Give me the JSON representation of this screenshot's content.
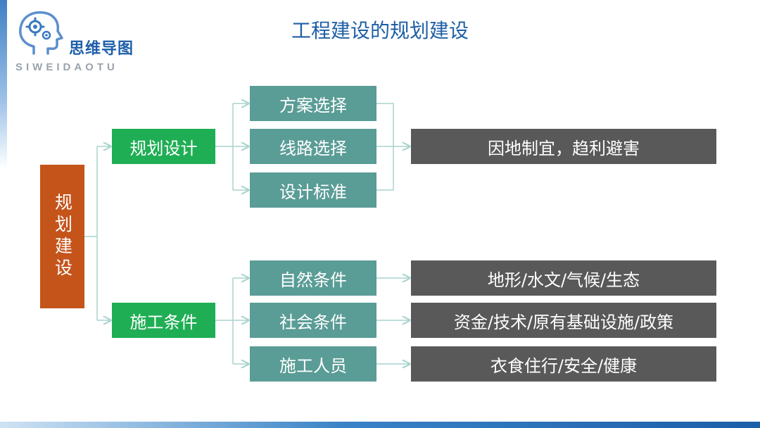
{
  "title": "工程建设的规划建设",
  "logo": {
    "text": "思维导图",
    "subtext": "SIWEIDAOTU",
    "icon": "head-gears-icon"
  },
  "colors": {
    "root": "#c5541b",
    "level1": "#1fae54",
    "level2": "#5a9c96",
    "level3": "#595959",
    "connector": "#a8d3ce"
  },
  "diagram": {
    "root": "规划建设",
    "branches": [
      {
        "label": "规划设计",
        "children": [
          "方案选择",
          "线路选择",
          "设计标准"
        ],
        "outcomes": [
          "因地制宜，趋利避害"
        ]
      },
      {
        "label": "施工条件",
        "children": [
          "自然条件",
          "社会条件",
          "施工人员"
        ],
        "outcomes": [
          "地形/水文/气候/生态",
          "资金/技术/原有基础设施/政策",
          "衣食住行/安全/健康"
        ]
      }
    ]
  }
}
